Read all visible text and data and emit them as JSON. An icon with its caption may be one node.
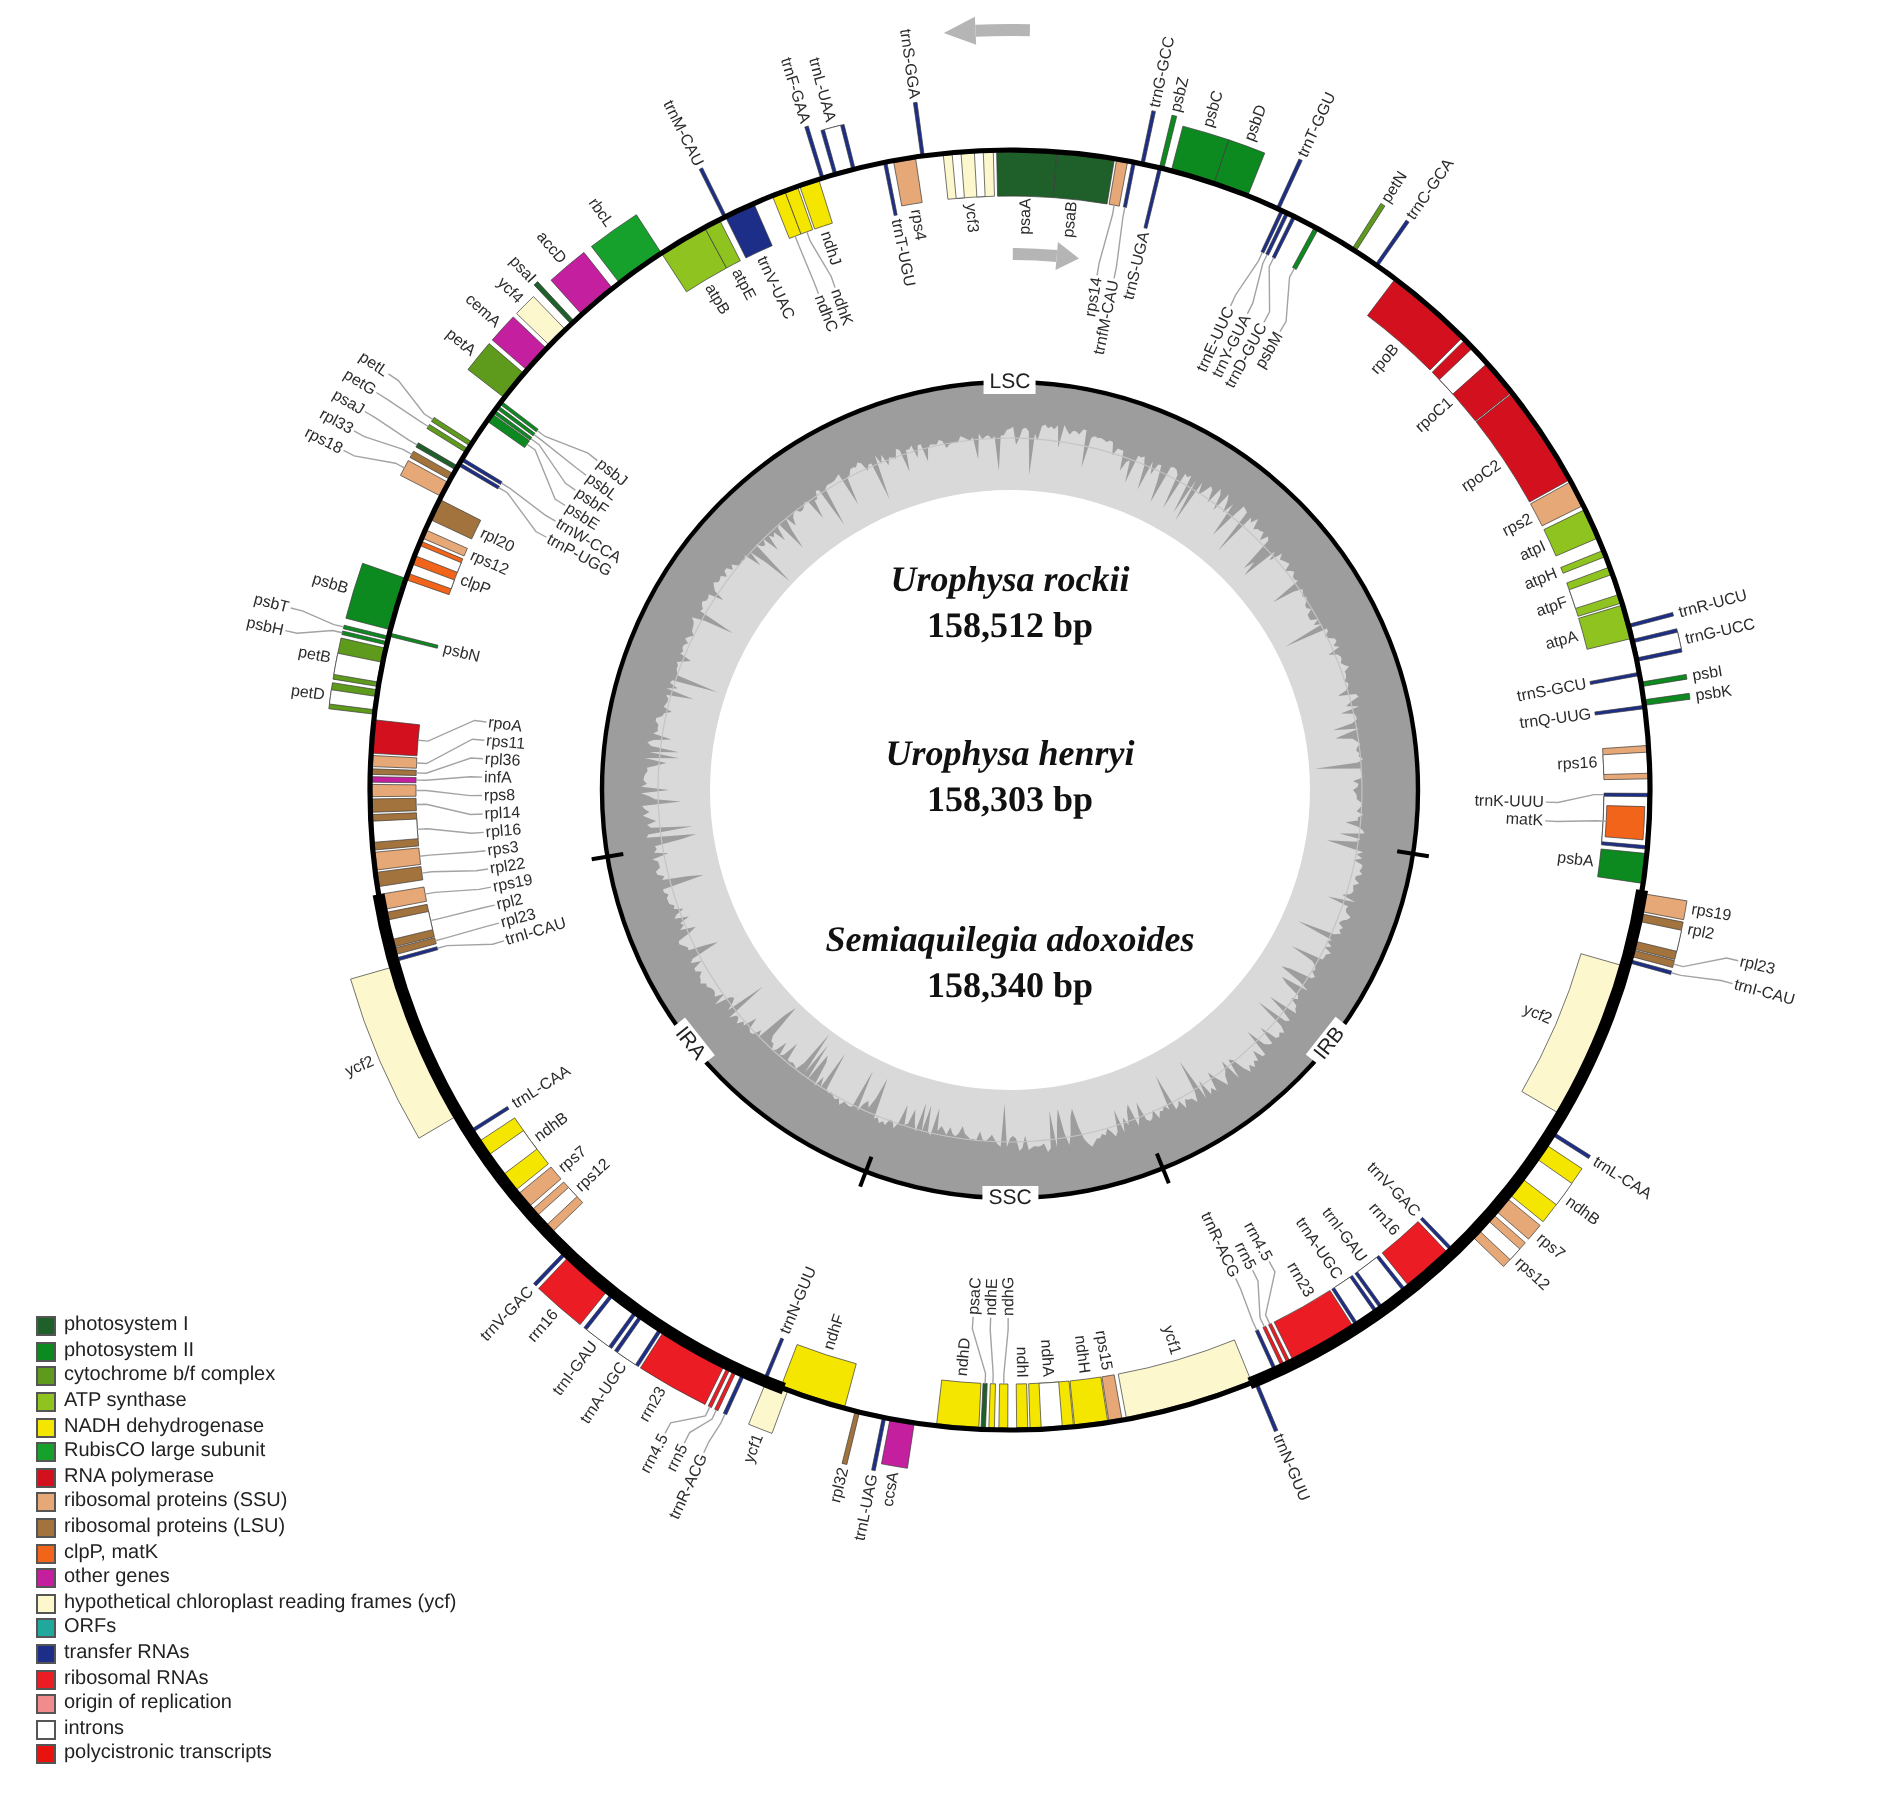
{
  "diagram": {
    "nodes": [
      {
        "text": [],
        "shape": "bar",
        "beside": [
          "psaA"
        ]
      },
      {
        "text": [],
        "shape": "bar",
        "beside": [
          "psaB"
        ]
      },
      {
        "text": [
          "rps14"
        ]
      },
      {
        "text": [],
        "shape": "bar"
      },
      {
        "text": [
          "trnfM-CAU"
        ]
      },
      {
        "text": [],
        "shape": "bar"
      },
      {
        "text": [],
        "shape": "bar",
        "beside": [
          "trnG-GCC"
        ]
      },
      {
        "text": [],
        "shape": "bar",
        "beside": [
          "trnS-UGA"
        ]
      },
      {
        "text": [],
        "shape": "bar",
        "beside": [
          "psbZ"
        ]
      },
      {
        "text": [],
        "shape": "bar",
        "beside": [
          "psbC"
        ]
      },
      {
        "text": [],
        "shape": "bar",
        "beside": [
          "psbD"
        ]
      },
      {
        "text": [],
        "shape": "bar",
        "beside": [
          "trnT-GGU"
        ]
      },
      {
        "text": [
          "trnE-UUC"
        ]
      },
      {
        "text": [],
        "shape": "bar"
      },
      {
        "text": [
          "trnY-GUA"
        ]
      },
      {
        "text": [],
        "shape": "bar"
      },
      {
        "text": [
          "trnD-GUC"
        ]
      },
      {
        "text": [],
        "shape": "bar"
      },
      {
        "text": [
          "psbM"
        ]
      },
      {
        "text": [],
        "shape": "bar"
      },
      {
        "text": [],
        "shape": "bar",
        "beside": [
          "petN"
        ]
      },
      {
        "text": [],
        "shape": "bar",
        "beside": [
          "trnC-GCA"
        ]
      },
      {
        "text": [],
        "shape": "bar",
        "beside": [
          "rpoB"
        ]
      },
      {
        "text": [],
        "shape": "bar",
        "beside": [
          "rpoC1"
        ]
      },
      {
        "text": [],
        "shape": "bar",
        "beside": [
          "rpoC2"
        ]
      },
      {
        "text": [],
        "shape": "bar",
        "beside": [
          "rps2"
        ]
      },
      {
        "text": [],
        "shape": "bar",
        "beside": [
          "atpI"
        ]
      },
      {
        "text": [],
        "shape": "bar",
        "beside": [
          "atpH"
        ]
      },
      {
        "text": [],
        "shape": "bar",
        "beside": [
          "atpF"
        ]
      },
      {
        "text": [],
        "shape": "bar",
        "beside": [
          "atpA"
        ]
      },
      {
        "text": [],
        "shape": "bar",
        "beside": [
          "trnR-UCU"
        ]
      },
      {
        "text": [],
        "shape": "bar",
        "beside": [
          "trnG-UCC"
        ]
      },
      {
        "text": [],
        "shape": "bar",
        "beside": [
          "trnS-GCU"
        ]
      },
      {
        "text": [],
        "shape": "bar",
        "beside": [
          "psbI"
        ]
      },
      {
        "text": [],
        "shape": "bar",
        "beside": [
          "psbK"
        ]
      },
      {
        "text": [],
        "shape": "bar",
        "beside": [
          "trnQ-UUG"
        ]
      },
      {
        "text": [],
        "shape": "bar",
        "beside": [
          "rps16"
        ]
      },
      {
        "text": [
          "trnK-UUU"
        ]
      },
      {
        "text": [],
        "shape": "bar"
      },
      {
        "text": [
          "matK"
        ]
      },
      {
        "text": [],
        "shape": "bar",
        "in": 38
      },
      {
        "text": [],
        "shape": "bar",
        "beside": [
          "psbA"
        ]
      },
      {
        "text": [],
        "shape": "bar",
        "beside": [
          "rps19"
        ]
      },
      {
        "text": [],
        "shape": "bar",
        "beside": [
          "rpl2"
        ]
      },
      {
        "text": [
          "rpl23"
        ]
      },
      {
        "text": [],
        "shape": "bar"
      },
      {
        "text": [
          "trnI-CAU"
        ]
      },
      {
        "text": [],
        "shape": "bar"
      },
      {
        "text": [],
        "shape": "bar",
        "beside": [
          "ycf2"
        ]
      },
      {
        "text": [],
        "shape": "bar",
        "beside": [
          "trnL-CAA"
        ]
      },
      {
        "text": [],
        "shape": "bar",
        "beside": [
          "ndhB"
        ]
      },
      {
        "text": [],
        "shape": "bar",
        "beside": [
          "rps7"
        ]
      },
      {
        "text": [],
        "shape": "bar",
        "beside": [
          "rps12"
        ]
      },
      {
        "text": [],
        "shape": "bar",
        "beside": [
          "trnV-GAC"
        ]
      },
      {
        "text": [],
        "shape": "bar",
        "beside": [
          "rrn16"
        ]
      },
      {
        "text": [],
        "shape": "bar",
        "beside": [
          "trnI-GAU"
        ]
      },
      {
        "text": [],
        "shape": "bar",
        "beside": [
          "trnA-UGC"
        ]
      },
      {
        "text": [],
        "shape": "bar",
        "beside": [
          "rrn23"
        ]
      },
      {
        "text": [
          "rrn4.5"
        ]
      },
      {
        "text": [],
        "shape": "bar"
      },
      {
        "text": [
          "rrn5"
        ]
      },
      {
        "text": [],
        "shape": "bar"
      },
      {
        "text": [
          "trnR-ACG"
        ]
      },
      {
        "text": [],
        "shape": "bar"
      },
      {
        "text": [],
        "shape": "bar",
        "beside": [
          "trnN-GUU"
        ]
      },
      {
        "text": [],
        "shape": "bar",
        "beside": [
          "ycf1"
        ]
      },
      {
        "text": [],
        "shape": "bar",
        "beside": [
          "rps15"
        ]
      },
      {
        "text": [],
        "shape": "bar",
        "beside": [
          "ndhH"
        ]
      },
      {
        "text": [],
        "shape": "bar",
        "beside": [
          "ndhA"
        ]
      },
      {
        "text": [],
        "shape": "bar",
        "beside": [
          "ndhI"
        ]
      },
      {
        "text": [
          "ndhG"
        ]
      },
      {
        "text": [],
        "shape": "bar"
      },
      {
        "text": [
          "ndhE"
        ]
      },
      {
        "text": [],
        "shape": "bar"
      },
      {
        "text": [
          "psaC"
        ]
      },
      {
        "text": [],
        "shape": "bar"
      },
      {
        "text": [],
        "shape": "bar",
        "beside": [
          "ndhD"
        ]
      },
      {
        "text": [],
        "shape": "bar",
        "beside": [
          "ccsA"
        ]
      },
      {
        "text": [],
        "shape": "bar",
        "beside": [
          "trnL-UAG"
        ]
      },
      {
        "text": [],
        "shape": "bar",
        "beside": [
          "rpl32"
        ]
      },
      {
        "text": [],
        "shape": "bar",
        "beside": [
          "ndhF"
        ]
      },
      {
        "text": [],
        "shape": "bar",
        "beside": [
          "ycf1"
        ]
      },
      {
        "text": [],
        "shape": "bar",
        "beside": [
          "trnN-GUU"
        ]
      },
      {
        "text": [
          "trnR-ACG"
        ]
      },
      {
        "text": [],
        "shape": "bar"
      },
      {
        "text": [
          "rrn5"
        ]
      },
      {
        "text": [],
        "shape": "bar"
      },
      {
        "text": [
          "rrn4.5"
        ]
      },
      {
        "text": [],
        "shape": "bar"
      },
      {
        "text": [],
        "shape": "bar",
        "beside": [
          "rrn23"
        ]
      },
      {
        "text": [],
        "shape": "bar",
        "beside": [
          "trnA-UGC"
        ]
      },
      {
        "text": [],
        "shape": "bar",
        "beside": [
          "trnI-GAU"
        ]
      },
      {
        "text": [],
        "shape": "bar",
        "beside": [
          "rrn16"
        ]
      },
      {
        "text": [],
        "shape": "bar",
        "beside": [
          "trnV-GAC"
        ]
      },
      {
        "text": [],
        "shape": "bar",
        "beside": [
          "rps12"
        ]
      },
      {
        "text": [],
        "shape": "bar",
        "beside": [
          "rps7"
        ]
      },
      {
        "text": [],
        "shape": "bar",
        "beside": [
          "ndhB"
        ]
      },
      {
        "text": [],
        "shape": "bar",
        "beside": [
          "trnL-CAA"
        ]
      },
      {
        "text": [],
        "shape": "bar",
        "beside": [
          "ycf2"
        ]
      },
      {
        "text": [
          "trnI-CAU"
        ]
      },
      {
        "text": [],
        "shape": "bar"
      },
      {
        "text": [
          "rpl23"
        ]
      },
      {
        "text": [],
        "shape": "bar"
      },
      {
        "text": [
          "rpl2"
        ]
      },
      {
        "text": [],
        "shape": "bar"
      },
      {
        "text": [
          "rps19"
        ]
      },
      {
        "text": [],
        "shape": "bar"
      },
      {
        "text": [
          "rpl22"
        ]
      },
      {
        "text": [],
        "shape": "bar"
      },
      {
        "text": [
          "rps3"
        ]
      },
      {
        "text": [],
        "shape": "bar"
      },
      {
        "text": [
          "rpl16"
        ]
      },
      {
        "text": [],
        "shape": "bar"
      },
      {
        "text": [
          "rpl14"
        ]
      },
      {
        "text": [],
        "shape": "bar"
      },
      {
        "text": [
          "rps8"
        ]
      },
      {
        "text": [],
        "shape": "bar"
      },
      {
        "text": [
          "infA"
        ]
      },
      {
        "text": [],
        "shape": "bar"
      },
      {
        "text": [
          "rpl36"
        ]
      },
      {
        "text": [],
        "shape": "bar"
      },
      {
        "text": [
          "rps11"
        ]
      },
      {
        "text": [],
        "shape": "bar"
      },
      {
        "text": [
          "rpoA"
        ]
      },
      {
        "text": [],
        "shape": "bar"
      },
      {
        "text": [],
        "shape": "bar",
        "beside": [
          "petD"
        ]
      },
      {
        "text": [],
        "shape": "bar",
        "beside": [
          "petB"
        ]
      },
      {
        "text": [
          "psbH"
        ]
      },
      {
        "text": [],
        "shape": "bar"
      },
      {
        "text": [
          "psbT"
        ]
      },
      {
        "text": [],
        "shape": "bar"
      },
      {
        "text": [],
        "shape": "bar",
        "beside": [
          "psbN"
        ]
      },
      {
        "text": [],
        "shape": "bar",
        "beside": [
          "psbB"
        ]
      },
      {
        "text": [],
        "shape": "bar",
        "beside": [
          "clpP"
        ]
      },
      {
        "text": [],
        "shape": "bar",
        "beside": [
          "rps12"
        ]
      },
      {
        "text": [],
        "shape": "bar",
        "beside": [
          "rpl20"
        ]
      },
      {
        "text": [
          "rps18"
        ]
      },
      {
        "text": [],
        "shape": "bar"
      },
      {
        "text": [
          "rpl33"
        ]
      },
      {
        "text": [],
        "shape": "bar"
      },
      {
        "text": [
          "psaJ"
        ]
      },
      {
        "text": [],
        "shape": "bar"
      },
      {
        "text": [
          "petG"
        ]
      },
      {
        "text": [],
        "shape": "bar"
      },
      {
        "text": [
          "petL"
        ]
      },
      {
        "text": [],
        "shape": "bar"
      },
      {
        "text": [
          "trnP-UGG"
        ]
      },
      {
        "text": [],
        "shape": "bar"
      },
      {
        "text": [
          "trnW-CCA"
        ]
      },
      {
        "text": [],
        "shape": "bar"
      },
      {
        "text": [
          "psbE"
        ]
      },
      {
        "text": [],
        "shape": "bar"
      },
      {
        "text": [
          "psbF"
        ]
      },
      {
        "text": [],
        "shape": "bar"
      },
      {
        "text": [
          "psbL"
        ]
      },
      {
        "text": [],
        "shape": "bar"
      },
      {
        "text": [
          "psbJ"
        ]
      },
      {
        "text": [],
        "shape": "bar"
      },
      {
        "text": [],
        "shape": "bar",
        "beside": [
          "petA"
        ]
      },
      {
        "text": [],
        "shape": "bar",
        "beside": [
          "cemA"
        ]
      },
      {
        "text": [],
        "shape": "bar",
        "beside": [
          "ycf4"
        ]
      },
      {
        "text": [],
        "shape": "bar",
        "beside": [
          "psaI"
        ]
      },
      {
        "text": [],
        "shape": "bar",
        "beside": [
          "accD"
        ]
      },
      {
        "text": [],
        "shape": "bar",
        "beside": [
          "rbcL"
        ]
      },
      {
        "text": [],
        "shape": "bar",
        "beside": [
          "atpB"
        ]
      },
      {
        "text": [],
        "shape": "bar",
        "beside": [
          "atpE"
        ]
      },
      {
        "text": [],
        "shape": "bar",
        "beside": [
          "trnM-CAU"
        ]
      },
      {
        "text": [],
        "shape": "bar",
        "beside": [
          "trnV-UAC"
        ]
      },
      {
        "text": [
          "ndhC"
        ]
      },
      {
        "text": [],
        "shape": "bar"
      },
      {
        "text": [
          "ndhK"
        ]
      },
      {
        "text": [],
        "shape": "bar"
      },
      {
        "text": [],
        "shape": "bar",
        "beside": [
          "ndhJ"
        ]
      },
      {
        "text": [],
        "shape": "bar",
        "beside": [
          "trnF-GAA"
        ]
      },
      {
        "text": [],
        "shape": "bar",
        "beside": [
          "trnL-UAA"
        ]
      },
      {
        "text": [],
        "shape": "bar",
        "beside": [
          "trnT-UGU"
        ]
      },
      {
        "text": [],
        "shape": "bar",
        "beside": [
          "rps4"
        ]
      },
      {
        "text": [],
        "shape": "bar",
        "beside": [
          "trnS-GGA"
        ]
      },
      {
        "text": [],
        "shape": "bar",
        "beside": [
          "ycf3"
        ]
      }
    ],
    "edges": [
      {
        "from": 2,
        "to": 3,
        "arrow": "none"
      },
      {
        "from": 4,
        "to": 5,
        "arrow": "none"
      },
      {
        "from": 12,
        "to": 13,
        "arrow": "none"
      },
      {
        "from": 14,
        "to": 15,
        "arrow": "none"
      },
      {
        "from": 16,
        "to": 17,
        "arrow": "none"
      },
      {
        "from": 18,
        "to": 19,
        "arrow": "none"
      },
      {
        "from": 37,
        "to": 38,
        "arrow": "none"
      },
      {
        "from": 39,
        "to": 40,
        "arrow": "none"
      },
      {
        "from": 44,
        "to": 45,
        "arrow": "none"
      },
      {
        "from": 46,
        "to": 47,
        "arrow": "none"
      },
      {
        "from": 58,
        "to": 59,
        "arrow": "none"
      },
      {
        "from": 60,
        "to": 61,
        "arrow": "none"
      },
      {
        "from": 62,
        "to": 63,
        "arrow": "none"
      },
      {
        "from": 70,
        "to": 71,
        "arrow": "none"
      },
      {
        "from": 72,
        "to": 73,
        "arrow": "none"
      },
      {
        "from": 74,
        "to": 75,
        "arrow": "none"
      },
      {
        "from": 83,
        "to": 84,
        "arrow": "none"
      },
      {
        "from": 85,
        "to": 86,
        "arrow": "none"
      },
      {
        "from": 87,
        "to": 88,
        "arrow": "none"
      },
      {
        "from": 99,
        "to": 100,
        "arrow": "none"
      },
      {
        "from": 101,
        "to": 102,
        "arrow": "none"
      },
      {
        "from": 103,
        "to": 104,
        "arrow": "none"
      },
      {
        "from": 105,
        "to": 106,
        "arrow": "none"
      },
      {
        "from": 107,
        "to": 108,
        "arrow": "none"
      },
      {
        "from": 109,
        "to": 110,
        "arrow": "none"
      },
      {
        "from": 111,
        "to": 112,
        "arrow": "none"
      },
      {
        "from": 113,
        "to": 114,
        "arrow": "none"
      },
      {
        "from": 115,
        "to": 116,
        "arrow": "none"
      },
      {
        "from": 117,
        "to": 118,
        "arrow": "none"
      },
      {
        "from": 119,
        "to": 120,
        "arrow": "none"
      },
      {
        "from": 121,
        "to": 122,
        "arrow": "none"
      },
      {
        "from": 123,
        "to": 124,
        "arrow": "none"
      },
      {
        "from": 127,
        "to": 128,
        "arrow": "none"
      },
      {
        "from": 129,
        "to": 130,
        "arrow": "none"
      },
      {
        "from": 136,
        "to": 137,
        "arrow": "none"
      },
      {
        "from": 138,
        "to": 139,
        "arrow": "none"
      },
      {
        "from": 140,
        "to": 141,
        "arrow": "none"
      },
      {
        "from": 142,
        "to": 143,
        "arrow": "none"
      },
      {
        "from": 144,
        "to": 145,
        "arrow": "none"
      },
      {
        "from": 146,
        "to": 147,
        "arrow": "none"
      },
      {
        "from": 148,
        "to": 149,
        "arrow": "none"
      },
      {
        "from": 150,
        "to": 151,
        "arrow": "none"
      },
      {
        "from": 152,
        "to": 153,
        "arrow": "none"
      },
      {
        "from": 154,
        "to": 155,
        "arrow": "none"
      },
      {
        "from": 156,
        "to": 157,
        "arrow": "none"
      },
      {
        "from": 168,
        "to": 169,
        "arrow": "none"
      },
      {
        "from": 170,
        "to": 171,
        "arrow": "none"
      }
    ],
    "labels": [
      "LSC",
      "IRB",
      "SSC",
      "IRA",
      "Urophysa rockii",
      "158,512 bp",
      "Urophysa henryi",
      "158,303 bp",
      "Semiaquilegia adoxoides",
      "158,340 bp"
    ],
    "legend": [
      {
        "text": "photosystem I",
        "color": "#1f5f2a"
      },
      {
        "text": "photosystem II",
        "color": "#0d8a1f"
      },
      {
        "text": "cytochrome b/f complex",
        "color": "#5e9a1c"
      },
      {
        "text": "ATP synthase",
        "color": "#8fc320"
      },
      {
        "text": "NADH dehydrogenase",
        "color": "#f5e600"
      },
      {
        "text": "RubisCO large subunit",
        "color": "#16a02c"
      },
      {
        "text": "RNA polymerase",
        "color": "#d2101e"
      },
      {
        "text": "ribosomal proteins (SSU)",
        "color": "#e6a877"
      },
      {
        "text": "ribosomal proteins (LSU)",
        "color": "#a3733d"
      },
      {
        "text": "clpP, matK",
        "color": "#f2641a"
      },
      {
        "text": "other genes",
        "color": "#c41f9f"
      },
      {
        "text": "hypothetical chloroplast reading frames (ycf)",
        "color": "#fcf7cc"
      },
      {
        "text": "ORFs",
        "color": "#1fa89b"
      },
      {
        "text": "transfer RNAs",
        "color": "#1c2e88"
      },
      {
        "text": "ribosomal RNAs",
        "color": "#ec1c24"
      },
      {
        "text": "origin of replication",
        "color": "#f28b8b"
      },
      {
        "text": "introns",
        "color": "#ffffff"
      },
      {
        "text": "polycistronic transcripts",
        "color": "#e8120f"
      }
    ]
  }
}
